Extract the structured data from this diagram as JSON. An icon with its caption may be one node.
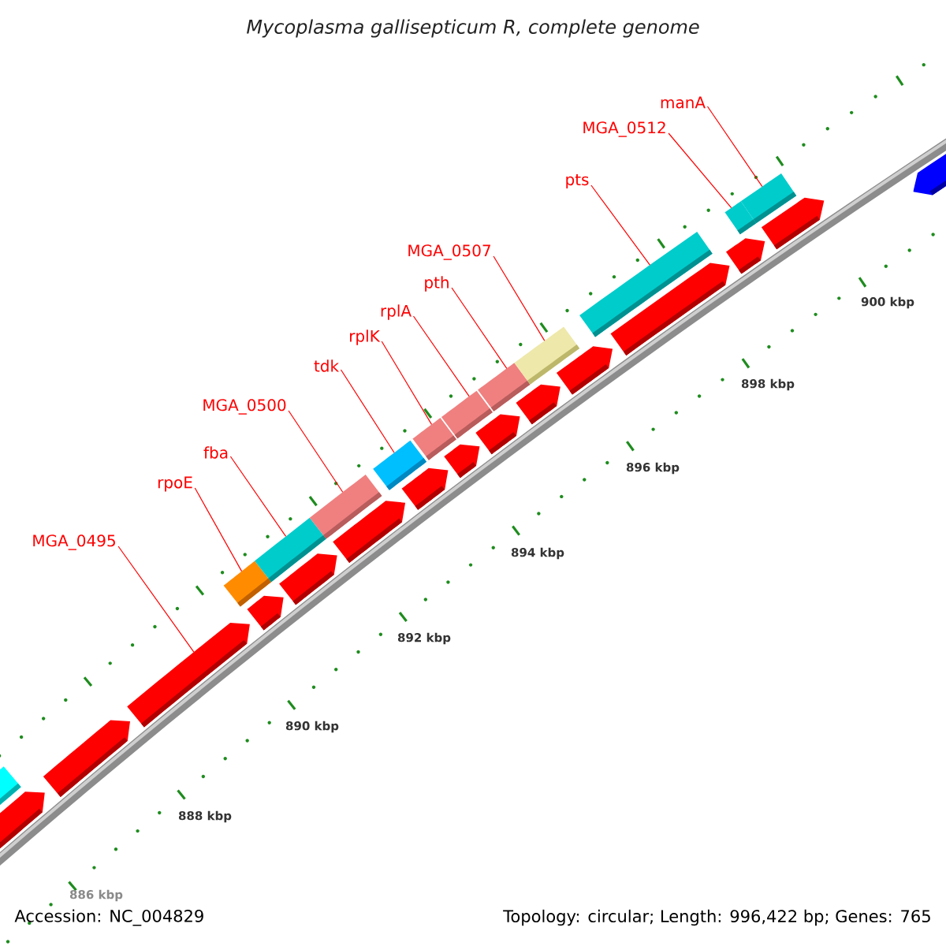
{
  "diagram": {
    "title": "Mycoplasma gallisepticum R, complete genome",
    "nodes": [
      {
        "text": [
          "manA"
        ]
      },
      {
        "text": [
          "MGA_0512"
        ]
      },
      {
        "text": [
          "pts"
        ]
      },
      {
        "text": [
          "MGA_0507"
        ]
      },
      {
        "text": [
          "pth"
        ]
      },
      {
        "text": [
          "rplA"
        ]
      },
      {
        "text": [
          "rplK"
        ]
      },
      {
        "text": [
          "tdk"
        ]
      },
      {
        "text": [
          "MGA_0500"
        ]
      },
      {
        "text": [
          "fba"
        ]
      },
      {
        "text": [
          "rpoE"
        ]
      },
      {
        "text": [
          "MGA_0495"
        ]
      },
      {
        "text": [],
        "shape": "arrow"
      },
      {
        "text": [],
        "shape": "arrow"
      },
      {
        "text": [],
        "shape": "arrow"
      },
      {
        "text": [],
        "shape": "arrow"
      },
      {
        "text": [],
        "shape": "arrow"
      },
      {
        "text": [],
        "shape": "arrow"
      },
      {
        "text": [],
        "shape": "arrow"
      },
      {
        "text": [],
        "shape": "arrow"
      },
      {
        "text": [],
        "shape": "arrow"
      },
      {
        "text": [],
        "shape": "arrow"
      },
      {
        "text": [],
        "shape": "arrow"
      },
      {
        "text": [],
        "shape": "arrow"
      },
      {
        "text": [],
        "shape": "arrow"
      },
      {
        "text": [],
        "shape": "arrow"
      },
      {
        "text": [],
        "shape": "arrow"
      }
    ],
    "edges": [
      {
        "from": 0,
        "to": 25,
        "arrow": "none"
      },
      {
        "from": 1,
        "to": 24,
        "arrow": "none"
      },
      {
        "from": 2,
        "to": 23,
        "arrow": "none"
      },
      {
        "from": 3,
        "to": 22,
        "arrow": "none"
      },
      {
        "from": 4,
        "to": 21,
        "arrow": "none"
      },
      {
        "from": 5,
        "to": 20,
        "arrow": "none"
      },
      {
        "from": 6,
        "to": 19,
        "arrow": "none"
      },
      {
        "from": 7,
        "to": 18,
        "arrow": "none"
      },
      {
        "from": 8,
        "to": 17,
        "arrow": "none"
      },
      {
        "from": 9,
        "to": 16,
        "arrow": "none"
      },
      {
        "from": 10,
        "to": 15,
        "arrow": "none"
      },
      {
        "from": 11,
        "to": 14,
        "arrow": "none"
      }
    ],
    "labels": [
      "900 kbp",
      "898 kbp",
      "896 kbp",
      "894 kbp",
      "892 kbp",
      "890 kbp",
      "888 kbp",
      "886 kbp",
      "Accession: NC_004829",
      "Topology: circular; Length: 996,422 bp; Genes: 765"
    ]
  }
}
